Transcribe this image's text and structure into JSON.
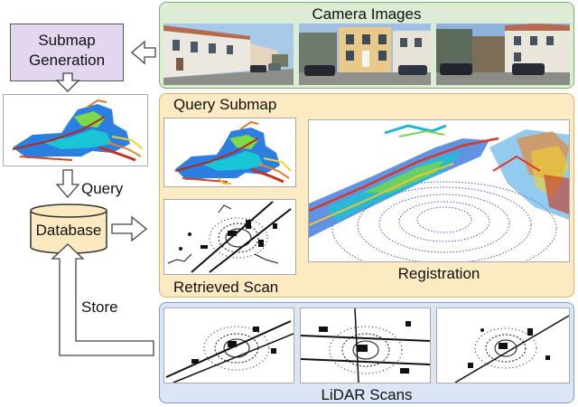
{
  "camera_panel": {
    "title": "Camera Images",
    "fill": "#dcecd5",
    "border": "#7cb36b"
  },
  "middle_panel": {
    "fill": "#fbeac2",
    "border": "#d9b466",
    "query_submap_label": "Query Submap",
    "retrieved_scan_label": "Retrieved Scan",
    "registration_label": "Registration"
  },
  "lidar_panel": {
    "title": "LiDAR Scans",
    "fill": "#dbe5f4",
    "border": "#7d9bd0"
  },
  "left_flow": {
    "submap_generation_line1": "Submap",
    "submap_generation_line2": "Generation",
    "submap_box_fill": "#e3d7ef",
    "database_label": "Database",
    "database_fill": "#fde9c0",
    "query_label": "Query",
    "store_label": "Store"
  }
}
